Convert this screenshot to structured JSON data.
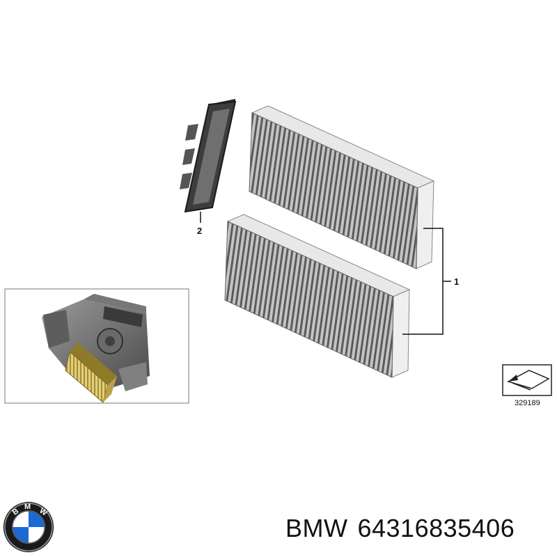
{
  "callouts": {
    "part_1": "1",
    "part_2": "2"
  },
  "reference_number": "329189",
  "logo_letters": "BMW",
  "caption": {
    "brand": "BMW",
    "part_number": "64316835406"
  },
  "colors": {
    "filter_frame": "#d9d9d9",
    "filter_pleat_dark": "#5e5e5e",
    "filter_pleat_light": "#bdbdbd",
    "inset_filter": "#c9b45a",
    "logo_blue": "#1c69d4",
    "logo_ring": "#1a1a1a"
  }
}
